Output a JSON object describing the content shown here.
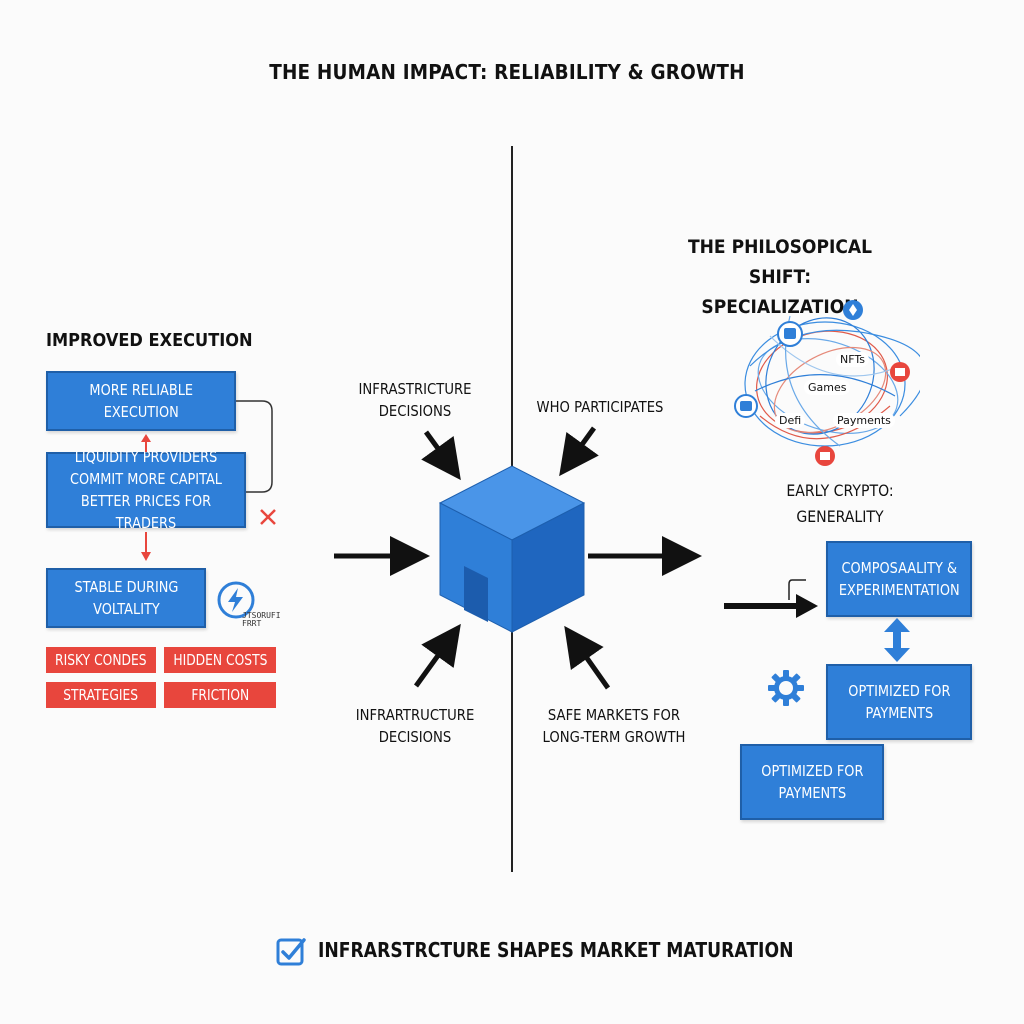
{
  "title": "THE HUMAN IMPACT: RELIABILITY & GROWTH",
  "left": {
    "heading": "IMPROVED EXECUTION",
    "box1": "MORE RELIABLE\nEXECUTION",
    "box2": "LIQUIDITY PROVIDERS\nCOMMIT MORE CAPITAL\nBETTER PRICES FOR TRADERS",
    "box3": "STABLE DURING\nVOLTALITY",
    "badge_text": "JTSORUFI\nFRRT",
    "tags": [
      "RISKY CONDES",
      "HIDDEN COSTS",
      "STRATEGIES",
      "FRICTION"
    ]
  },
  "center": {
    "label_top_left": "INFRASTRICTURE\nDECISIONS",
    "label_top_right": "WHO PARTICIPATES",
    "label_bottom_left": "INFRARTRUCTURE\nDECISIONS",
    "label_bottom_right": "SAFE MARKETS FOR\nLONG-TERM GROWTH"
  },
  "right": {
    "heading": "THE PHILOSOPICAL SHIFT:\nSPECIALIZATION",
    "network_labels": [
      "NFTs",
      "Games",
      "Defi",
      "Payments"
    ],
    "subheading": "EARLY CRYPTO:\nGENERALITY",
    "box1": "COMPOSAALITY &\nEXPERIMENTATION",
    "box2": "OPTIMIZED FOR\nPAYMENTS",
    "box3": "OPTIMIZED FOR\nPAYMENTS"
  },
  "footer": "INFRARSTRCTURE SHAPES MARKET MATURATION",
  "colors": {
    "blue": "#2f7fd8",
    "red": "#e8463d",
    "dark": "#111111"
  }
}
